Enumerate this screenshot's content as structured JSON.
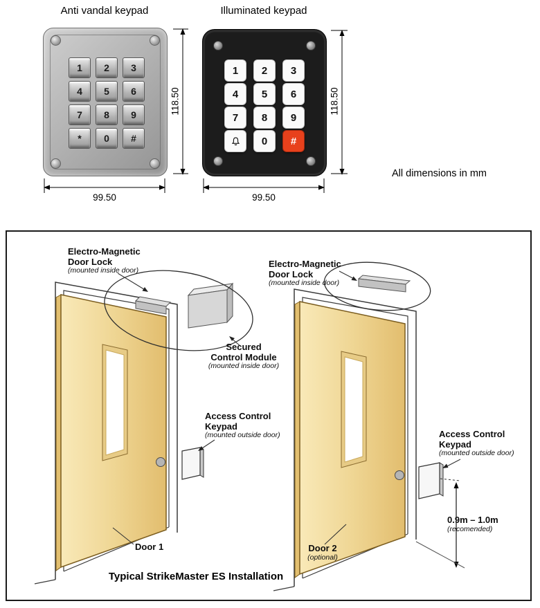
{
  "note": {
    "all_dimensions": "All dimensions in mm"
  },
  "keypads": {
    "anti_vandal": {
      "title": "Anti vandal keypad",
      "height_mm": "118.50",
      "width_mm": "99.50",
      "keys": [
        "1",
        "2",
        "3",
        "4",
        "5",
        "6",
        "7",
        "8",
        "9",
        "*",
        "0",
        "#"
      ]
    },
    "illuminated": {
      "title": "Illuminated keypad",
      "height_mm": "118.50",
      "width_mm": "99.50",
      "keys": [
        "1",
        "2",
        "3",
        "4",
        "5",
        "6",
        "7",
        "8",
        "9",
        "bell-icon",
        "0",
        "#"
      ],
      "hash_key_color": "#e8411c"
    }
  },
  "installation": {
    "title": "Typical StrikeMaster ES Installation",
    "electro_magnetic_lock": {
      "line1": "Electro-Magnetic",
      "line2": "Door Lock",
      "note": "(mounted inside door)"
    },
    "secured_control_module": {
      "line1": "Secured",
      "line2": "Control Module",
      "note": "(mounted inside door)"
    },
    "access_control_keypad": {
      "line1": "Access Control",
      "line2": "Keypad",
      "note": "(mounted outside door)"
    },
    "door1_label": "Door 1",
    "door2_label": "Door 2",
    "door2_note": "(optional)",
    "mount_height": "0.9m – 1.0m",
    "mount_height_note": "(recomended)"
  }
}
